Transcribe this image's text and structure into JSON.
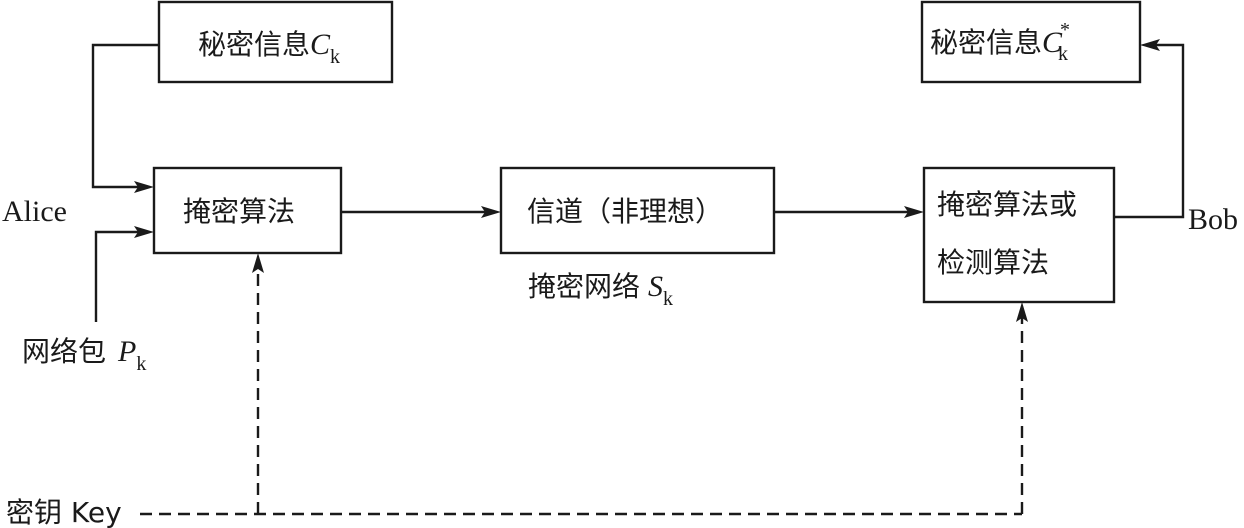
{
  "boxes": {
    "secret_source": {
      "label": "秘密信息",
      "var": "C",
      "sub": "k",
      "sup": ""
    },
    "secret_received": {
      "label": "秘密信息",
      "var": "C",
      "sub": "k",
      "sup": "*"
    },
    "embed_algorithm": {
      "label": "掩密算法"
    },
    "channel": {
      "label": "信道（非理想）"
    },
    "extract_algorithm": {
      "line1": "掩密算法或",
      "line2": "检测算法"
    }
  },
  "labels": {
    "sender": "Alice",
    "receiver": "Bob",
    "packet": {
      "label": "网络包",
      "var": "P",
      "sub": "k"
    },
    "stego_network": {
      "label": "掩密网络",
      "var": "S",
      "sub": "k"
    },
    "key": "密钥 Key"
  }
}
